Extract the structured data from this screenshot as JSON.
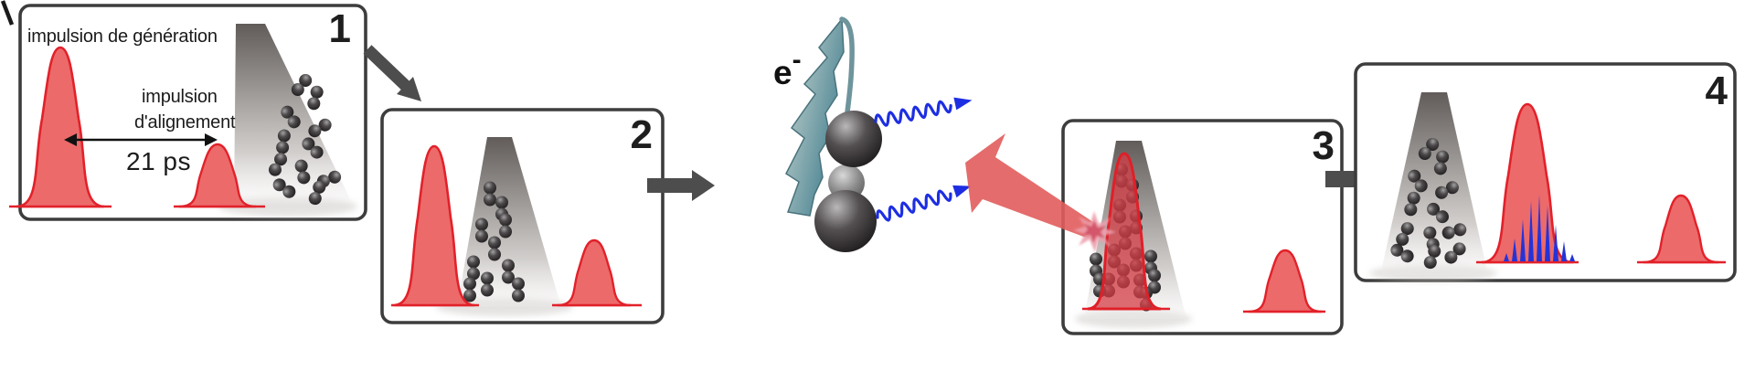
{
  "figure": {
    "description": "four-step pump-probe high-harmonic generation scheme",
    "steps": [
      {
        "number": "1",
        "labels": {
          "generation_pulse": "impulsion de génération",
          "alignment_pulse_line1": "impulsion",
          "alignment_pulse_line2": "d'alignement",
          "delay": "21 ps"
        }
      },
      {
        "number": "2"
      },
      {
        "number": "3"
      },
      {
        "number": "4"
      }
    ],
    "electron": {
      "base": "e",
      "sign": "-"
    },
    "colors": {
      "pulse_fill": "#ec6a6a",
      "pulse_stroke": "#e2212a",
      "panel_border": "#3d3d3d",
      "step_arrow_gray": "#4d4d4d",
      "photon_blue": "#1d2ee2",
      "harmonic_comb_blue": "#2433d8",
      "electron_spiral_teal": "#3d7b8c",
      "recollision_arrow_red": "#e25c5c",
      "ionization_burst_pink": "#eda0ad",
      "beam_cone_dark_gray": "#615c5a",
      "molecule_black": "#141214"
    },
    "icons": [
      "molecular-beam-cone-icon",
      "molecule-dumbbell-icon",
      "electron-spiral-icon",
      "diatomic-molecule-icon",
      "photon-wave-arrow-icon",
      "recollision-arrow-icon",
      "ionization-burst-icon",
      "harmonic-comb-icon",
      "step-arrow-icon",
      "delay-arrow-icon"
    ]
  }
}
